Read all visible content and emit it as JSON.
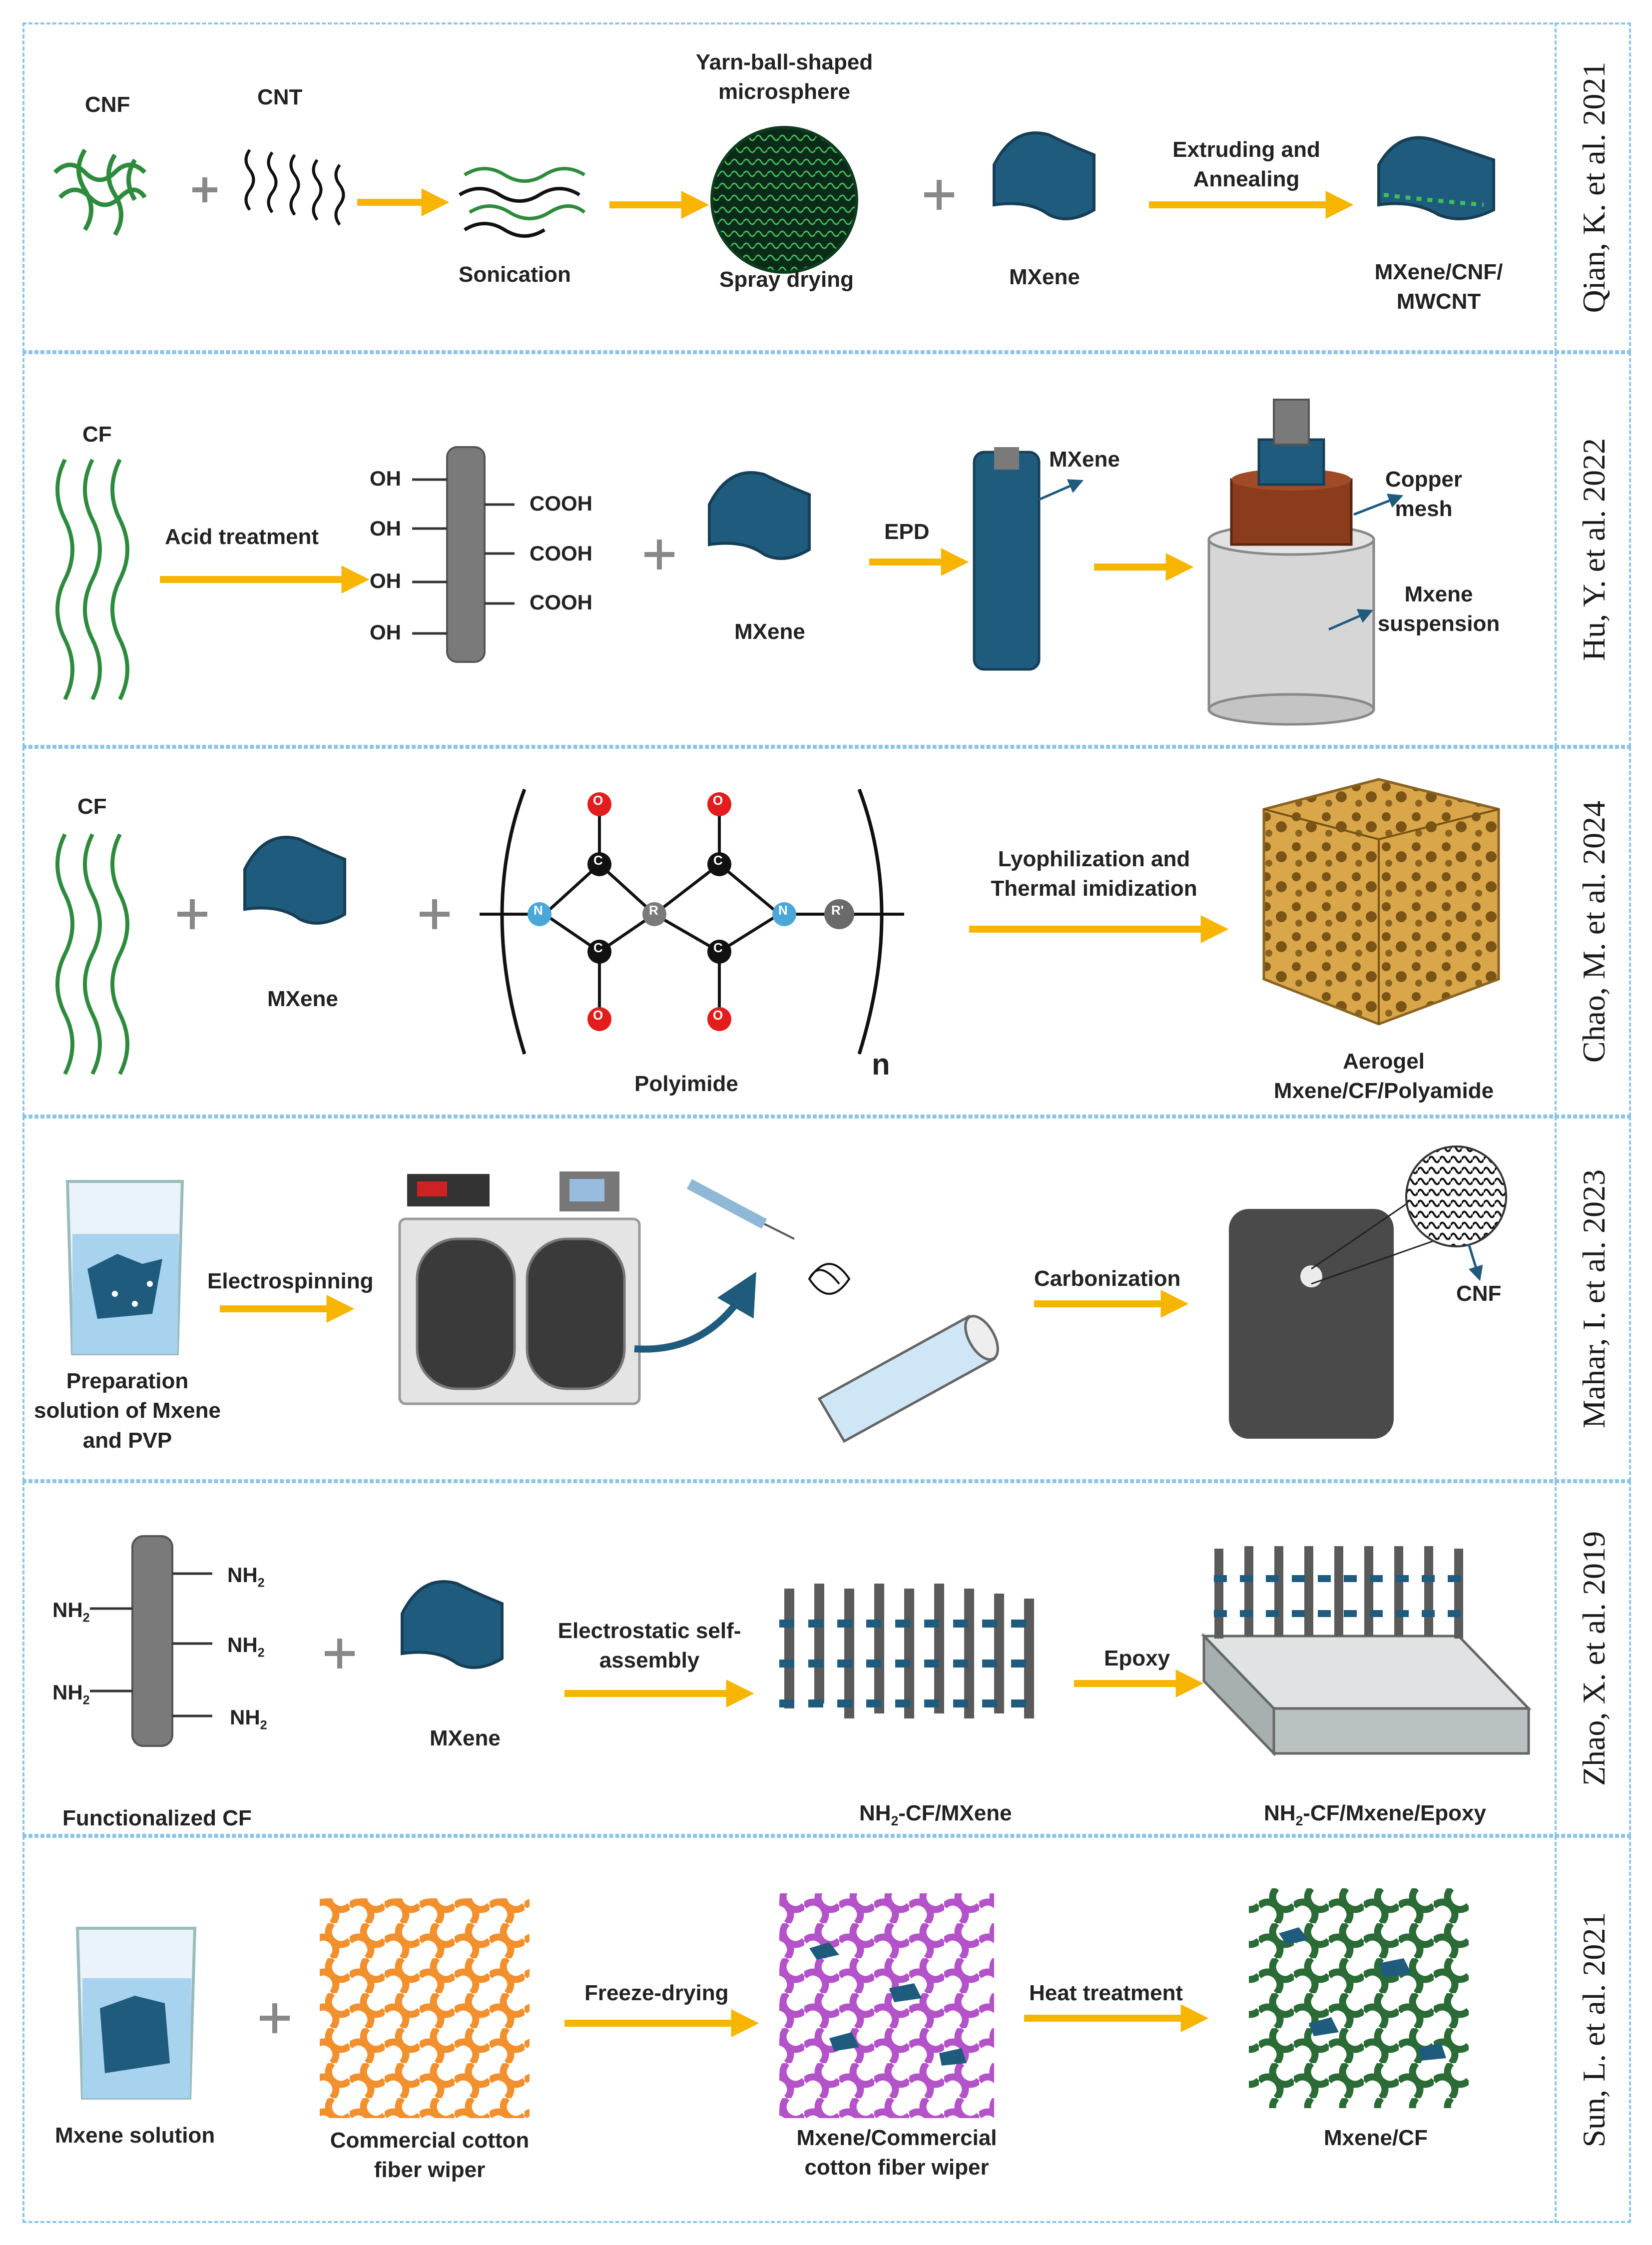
{
  "colors": {
    "accent_arrow": "#f7b500",
    "mxene": "#1f5b7d",
    "fiber": "#2e8b3d",
    "border": "#8cc4e6",
    "cotton": "#f2902e",
    "purple": "#b453c9",
    "green_mesh": "#2a6b36"
  },
  "rows": [
    {
      "reference": "Qian, K. et al. 2021",
      "labels": {
        "cnf": "CNF",
        "cnt": "CNT",
        "microsphere": "Yarn-ball-shaped microsphere",
        "sonication": "Sonication",
        "spray": "Spray drying",
        "mxene": "MXene",
        "step": "Extruding and Annealing",
        "product": "MXene/CNF/ MWCNT"
      }
    },
    {
      "reference": "Hu, Y. et al. 2022",
      "labels": {
        "cf": "CF",
        "step": "Acid treatment",
        "oh": "OH",
        "cooh": "COOH",
        "mxene": "MXene",
        "epd": "EPD",
        "mxene_arrow": "MXene",
        "copper": "Copper mesh",
        "suspension": "Mxene suspension"
      }
    },
    {
      "reference": "Chao, M. et al. 2024",
      "labels": {
        "cf": "CF",
        "mxene": "MXene",
        "polyimide": "Polyimide",
        "n": "n",
        "step": "Lyophilization and Thermal imidization",
        "product": "Aerogel Mxene/CF/Polyamide",
        "atom_o": "O",
        "atom_c": "C",
        "atom_n": "N",
        "atom_r": "R",
        "atom_r2": "R'"
      }
    },
    {
      "reference": "Mahar, I. et al. 2023",
      "labels": {
        "prep": "Preparation solution of Mxene and PVP",
        "step": "Electrospinning",
        "carbon": "Carbonization",
        "cnf": "CNF"
      }
    },
    {
      "reference": "Zhao, X. et al. 2019",
      "labels": {
        "nh2": "NH2",
        "func": "Functionalized CF",
        "mxene": "MXene",
        "step": "Electrostatic self-assembly",
        "nh2cf": "NH2-CF/MXene",
        "epoxy": "Epoxy",
        "product": "NH2-CF/Mxene/Epoxy"
      }
    },
    {
      "reference": "Sun, L. et al. 2021",
      "labels": {
        "sol": "Mxene solution",
        "cotton": "Commercial cotton fiber wiper",
        "freeze": "Freeze-drying",
        "mid": "Mxene/Commercial cotton fiber wiper",
        "heat": "Heat treatment",
        "product": "Mxene/CF"
      }
    }
  ]
}
